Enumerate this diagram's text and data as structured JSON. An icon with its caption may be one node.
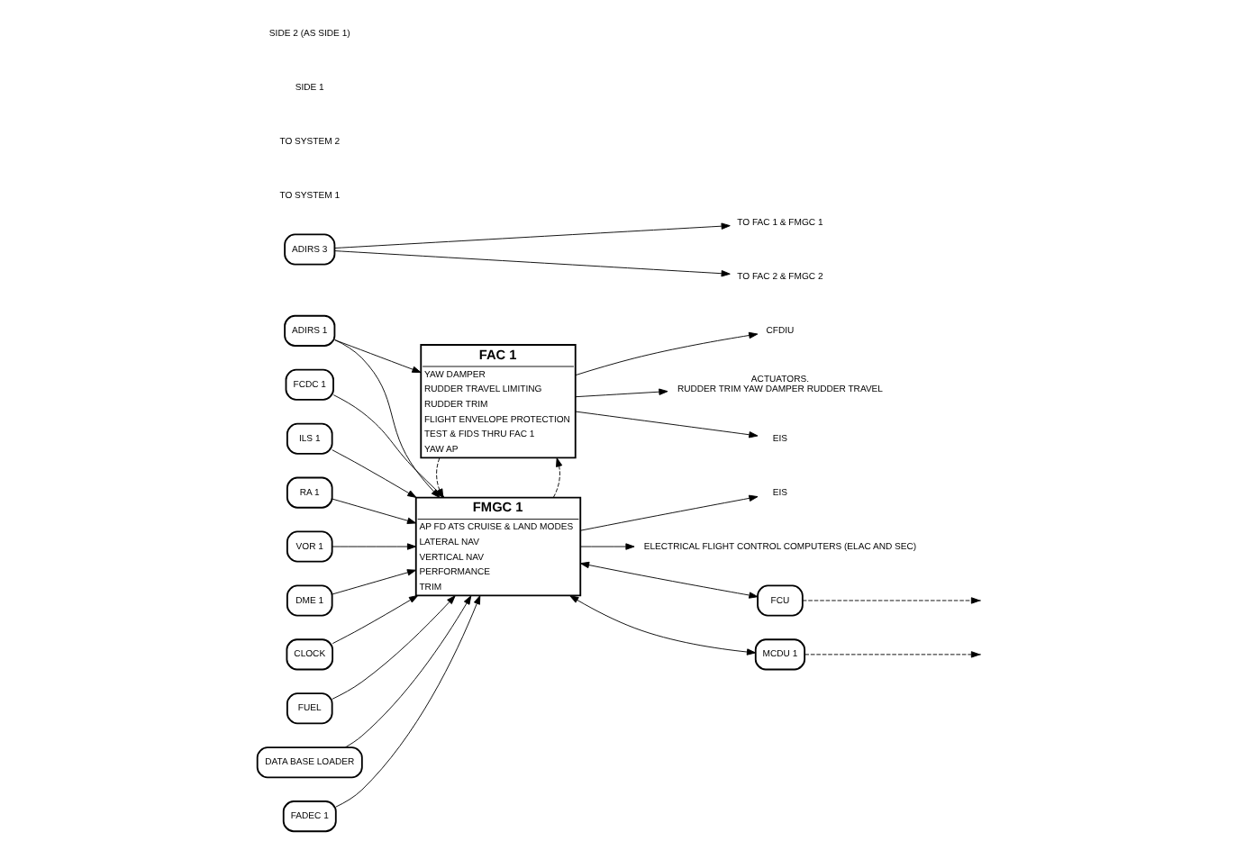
{
  "diagram": {
    "nodes": [
      {
        "text": [
          "FCDC 1"
        ]
      },
      {
        "text": [
          "ADIRS 1"
        ]
      },
      {
        "text": [
          "ILS 1"
        ]
      },
      {
        "text": [
          "RA 1"
        ]
      },
      {
        "text": [
          "VOR 1"
        ]
      },
      {
        "text": [
          "DME 1"
        ]
      },
      {
        "text": [
          "CLOCK"
        ]
      },
      {
        "text": [
          "FUEL"
        ]
      },
      {
        "text": [
          "DATA BASE LOADER"
        ]
      },
      {
        "text": [
          "FADEC 1"
        ]
      },
      {
        "text": [
          "ADIRS 3"
        ]
      },
      {
        "text": [
          "FAC 1",
          "YAW DAMPER",
          "RUDDER TRAVEL LIMITING",
          "RUDDER TRIM",
          "FLIGHT ENVELOPE PROTECTION",
          "TEST & FIDS THRU FAC 1",
          "YAW AP"
        ]
      },
      {
        "text": [
          "FMGC 1",
          "AP FD ATS CRUISE & LAND MODES",
          "LATERAL NAV",
          "VERTICAL NAV",
          "PERFORMANCE",
          "TRIM"
        ]
      },
      {
        "text": [
          "ACTUATORS.",
          "RUDDER TRIM YAW DAMPER RUDDER TRAVEL"
        ]
      },
      {
        "text": [
          "EIS"
        ]
      },
      {
        "text": [
          "CFDIU"
        ]
      },
      {
        "text": [
          "EIS"
        ]
      },
      {
        "text": [
          "ELECTRICAL FLIGHT CONTROL COMPUTERS (ELAC AND SEC)"
        ]
      },
      {
        "text": [
          "FCU"
        ]
      },
      {
        "text": [
          "MCDU 1"
        ]
      },
      {
        "text": [
          "TO FAC 1 & FMGC 1"
        ]
      },
      {
        "text": [
          "TO FAC 2 & FMGC 2"
        ]
      }
    ],
    "edges": [
      {
        "from": 0,
        "to": 12,
        "arrow": "to"
      },
      {
        "from": 1,
        "to": 11,
        "arrow": "to"
      },
      {
        "from": 1,
        "to": 12,
        "arrow": "to"
      },
      {
        "from": 2,
        "to": 12,
        "arrow": "to"
      },
      {
        "from": 3,
        "to": 12,
        "arrow": "to"
      },
      {
        "from": 4,
        "to": 12,
        "arrow": "to"
      },
      {
        "from": 5,
        "to": 12,
        "arrow": "to"
      },
      {
        "from": 6,
        "to": 12,
        "arrow": "to"
      },
      {
        "from": 7,
        "to": 12,
        "arrow": "to"
      },
      {
        "from": 8,
        "to": 12,
        "arrow": "to"
      },
      {
        "from": 9,
        "to": 12,
        "arrow": "to"
      },
      {
        "from": 11,
        "to": 13,
        "arrow": "to"
      },
      {
        "from": 11,
        "to": 14,
        "arrow": "to"
      },
      {
        "from": 11,
        "to": 15,
        "arrow": "to"
      },
      {
        "from": 12,
        "to": 11,
        "arrow": "to",
        "style": "dashed"
      },
      {
        "from": 11,
        "to": 12,
        "arrow": "to",
        "style": "dashed"
      },
      {
        "from": 12,
        "to": 16,
        "arrow": "to"
      },
      {
        "from": 12,
        "to": 17,
        "arrow": "to"
      },
      {
        "from": 12,
        "to": 18,
        "arrow": "both"
      },
      {
        "from": 19,
        "to": 12,
        "arrow": "both"
      },
      {
        "from": 18,
        "to": null,
        "arrow": "to",
        "style": "dashed"
      },
      {
        "from": 19,
        "to": null,
        "arrow": "to",
        "style": "dashed"
      },
      {
        "from": 10,
        "to": 20,
        "arrow": "to"
      },
      {
        "from": 10,
        "to": 21,
        "arrow": "to"
      }
    ],
    "labels": [
      "TO SYSTEM 1",
      "TO SYSTEM 2",
      "SIDE 1",
      "SIDE 2 (AS SIDE 1)"
    ]
  }
}
